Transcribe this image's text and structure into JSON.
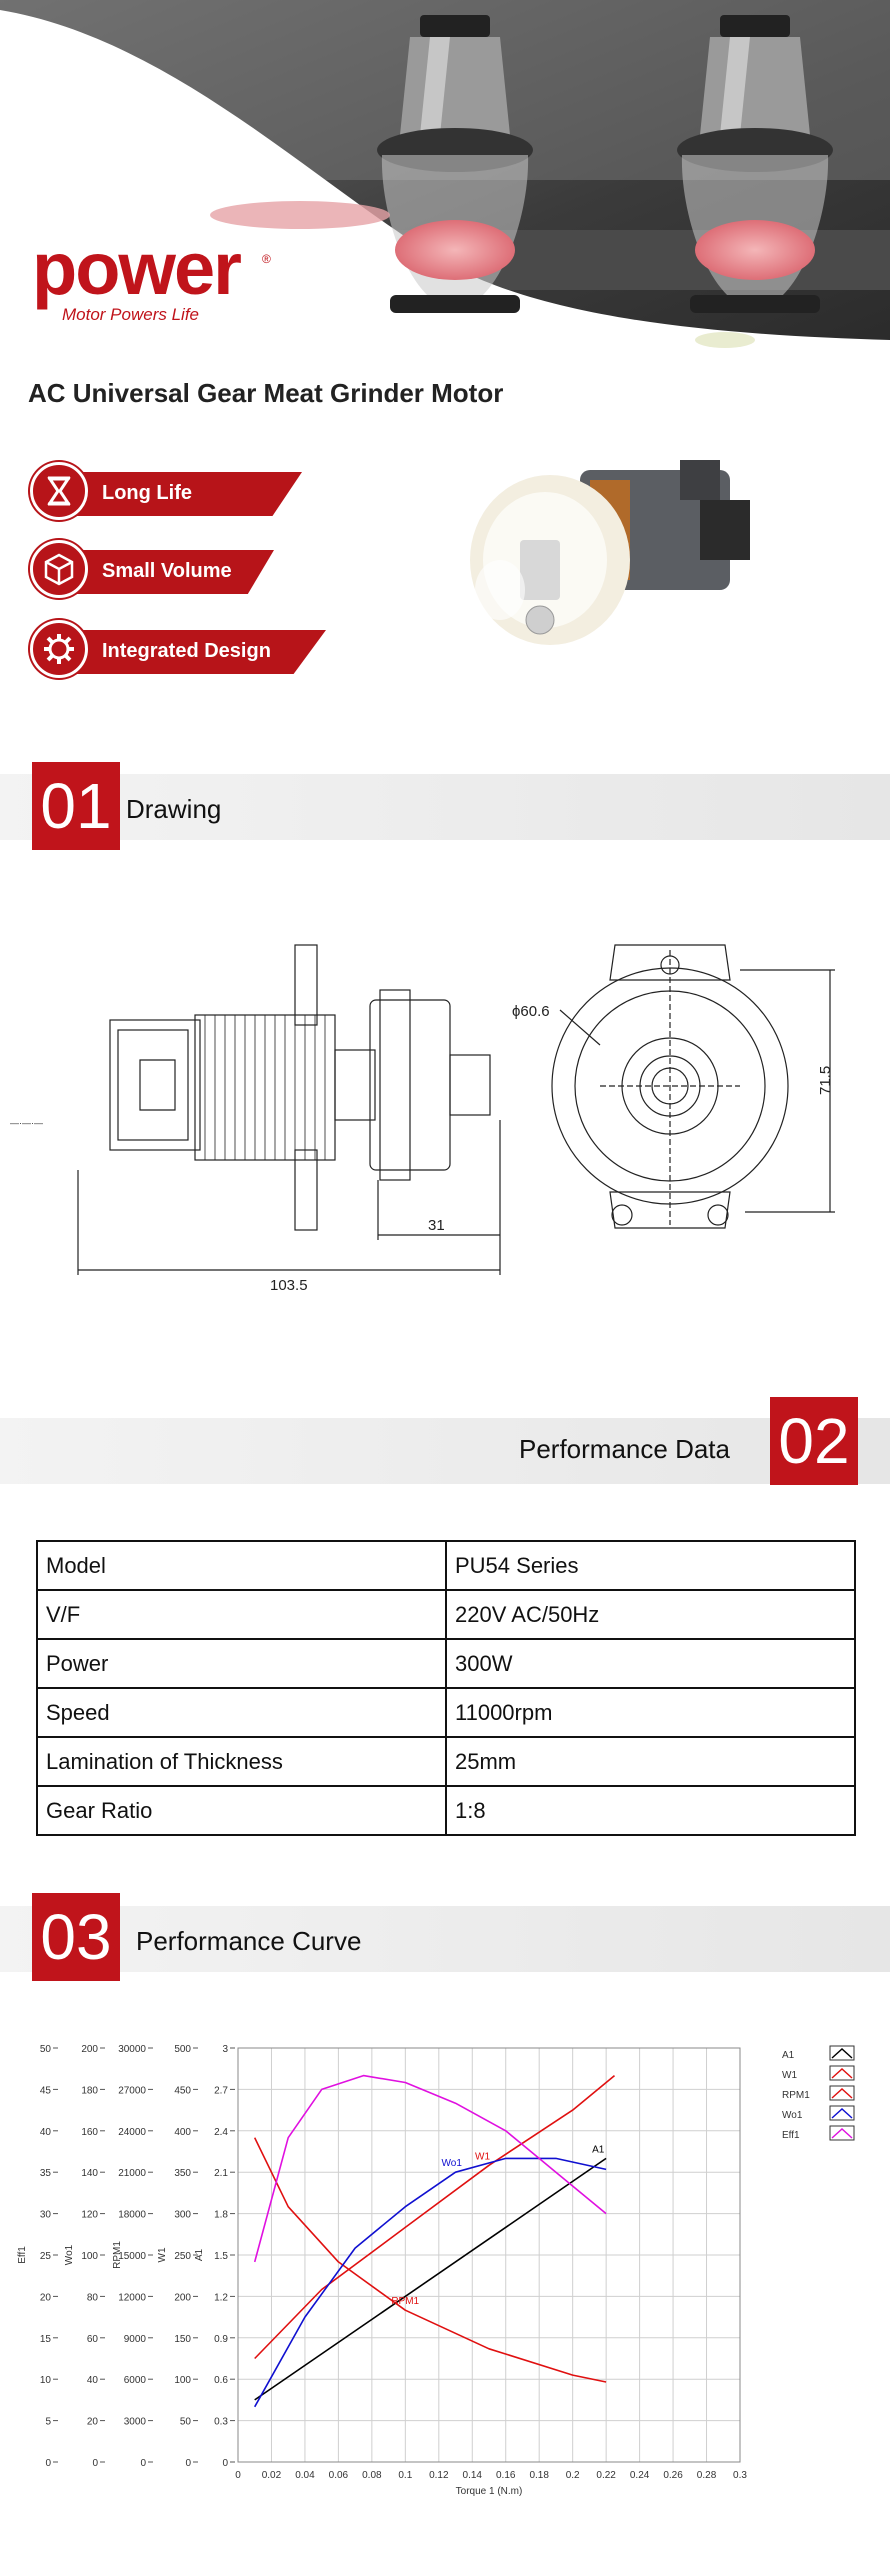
{
  "brand": {
    "logo_word": "power",
    "reg": "®",
    "tagline": "Motor Powers Life"
  },
  "title": "AC Universal Gear Meat Grinder Motor",
  "features": [
    {
      "label": "Long Life",
      "icon": "hourglass-icon"
    },
    {
      "label": "Small Volume",
      "icon": "cube-icon"
    },
    {
      "label": "Integrated Design",
      "icon": "gear-icon"
    }
  ],
  "sections": {
    "s1": {
      "num": "01",
      "title": "Drawing"
    },
    "s2": {
      "num": "02",
      "title": "Performance Data"
    },
    "s3": {
      "num": "03",
      "title": "Performance Curve"
    }
  },
  "drawing": {
    "dim_width": "103.5",
    "dim_shaft": "31",
    "dim_diameter": "ϕ60.6",
    "dim_height": "71.5",
    "left_mark": "—·—·—"
  },
  "specs": [
    {
      "k": "Model",
      "v": "PU54 Series"
    },
    {
      "k": "V/F",
      "v": "220V AC/50Hz"
    },
    {
      "k": "Power",
      "v": "300W"
    },
    {
      "k": "Speed",
      "v": "11000rpm"
    },
    {
      "k": "Lamination of Thickness",
      "v": "25mm"
    },
    {
      "k": "Gear Ratio",
      "v": "1:8"
    }
  ],
  "colors": {
    "brand_red": "#c0141b"
  },
  "chart_data": {
    "type": "line",
    "xlabel": "Torque 1 (N.m)",
    "x_ticks": [
      "0",
      "0.02",
      "0.04",
      "0.06",
      "0.08",
      "0.1",
      "0.12",
      "0.14",
      "0.16",
      "0.18",
      "0.2",
      "0.22",
      "0.24",
      "0.26",
      "0.28",
      "0.3"
    ],
    "xlim": [
      0,
      0.3
    ],
    "axes": [
      {
        "label": "Eff1",
        "ticks": [
          "0",
          "5",
          "10",
          "15",
          "20",
          "25",
          "30",
          "35",
          "40",
          "45",
          "50"
        ]
      },
      {
        "label": "Wo1",
        "ticks": [
          "0",
          "20",
          "40",
          "60",
          "80",
          "100",
          "120",
          "140",
          "160",
          "180",
          "200"
        ]
      },
      {
        "label": "RPM1",
        "ticks": [
          "0",
          "3000",
          "6000",
          "9000",
          "12000",
          "15000",
          "18000",
          "21000",
          "24000",
          "27000",
          "30000"
        ]
      },
      {
        "label": "W1",
        "ticks": [
          "0",
          "50",
          "100",
          "150",
          "200",
          "250",
          "300",
          "350",
          "400",
          "450",
          "500"
        ]
      },
      {
        "label": "A1",
        "ticks": [
          "0",
          "0.3",
          "0.6",
          "0.9",
          "1.2",
          "1.5",
          "1.8",
          "2.1",
          "2.4",
          "2.7",
          "3"
        ]
      }
    ],
    "grid": true,
    "legend_position": "right",
    "series": [
      {
        "name": "A1",
        "color": "#000000",
        "x": [
          0.01,
          0.22
        ],
        "y": [
          0.45,
          2.2
        ]
      },
      {
        "name": "W1",
        "color": "#e01010",
        "x": [
          0.01,
          0.05,
          0.1,
          0.15,
          0.2,
          0.225
        ],
        "y": [
          0.75,
          1.25,
          1.7,
          2.15,
          2.55,
          2.8
        ]
      },
      {
        "name": "RPM1",
        "color": "#e01010",
        "x": [
          0.01,
          0.03,
          0.06,
          0.1,
          0.15,
          0.2,
          0.22
        ],
        "y": [
          2.35,
          1.85,
          1.45,
          1.1,
          0.82,
          0.63,
          0.58
        ]
      },
      {
        "name": "Wo1",
        "color": "#1010d0",
        "x": [
          0.01,
          0.04,
          0.07,
          0.1,
          0.13,
          0.16,
          0.19,
          0.22
        ],
        "y": [
          0.4,
          1.05,
          1.55,
          1.85,
          2.1,
          2.2,
          2.2,
          2.12
        ]
      },
      {
        "name": "Eff1",
        "color": "#e010e0",
        "x": [
          0.01,
          0.03,
          0.05,
          0.075,
          0.1,
          0.13,
          0.16,
          0.19,
          0.22
        ],
        "y": [
          1.45,
          2.35,
          2.7,
          2.8,
          2.75,
          2.6,
          2.4,
          2.1,
          1.8
        ]
      }
    ],
    "curve_labels": [
      {
        "text": "Wo1",
        "series": "Wo1"
      },
      {
        "text": "RPM1",
        "series": "RPM1"
      },
      {
        "text": "W1",
        "series": "W1"
      },
      {
        "text": "A1",
        "series": "A1"
      }
    ]
  }
}
